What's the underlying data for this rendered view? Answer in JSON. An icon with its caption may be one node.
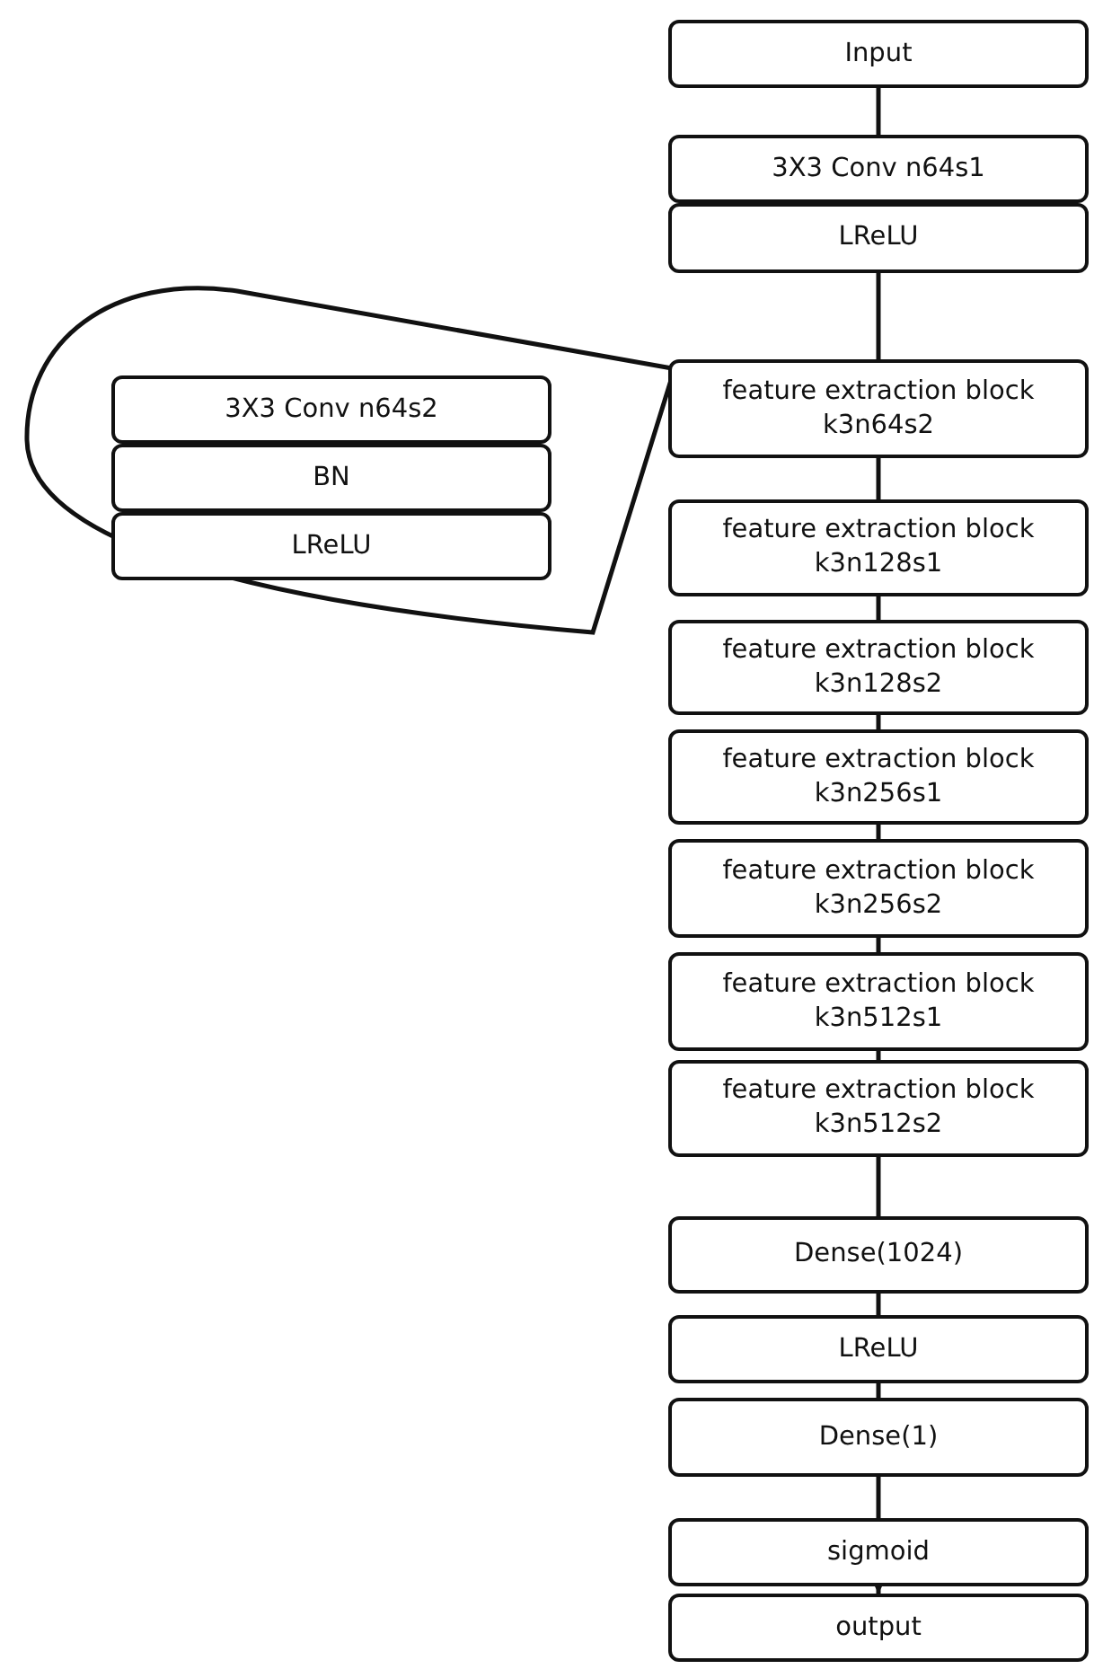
{
  "diagram": {
    "nodes": [
      {
        "text": [
          "Input"
        ]
      },
      {
        "text": [
          "3X3 Conv n64s1"
        ]
      },
      {
        "text": [
          "LReLU"
        ]
      },
      {
        "text": [],
        "shape": "bubble"
      },
      {
        "text": [
          "3X3 Conv n64s2"
        ],
        "in": 3
      },
      {
        "text": [
          "BN"
        ],
        "in": 3
      },
      {
        "text": [
          "LReLU"
        ],
        "in": 3
      },
      {
        "text": [
          "feature extraction block k3n64s2"
        ]
      },
      {
        "text": [
          "feature extraction block k3n128s1"
        ]
      },
      {
        "text": [
          "feature extraction block k3n128s2"
        ]
      },
      {
        "text": [
          "feature extraction block k3n256s1"
        ]
      },
      {
        "text": [
          "feature extraction block k3n256s2"
        ]
      },
      {
        "text": [
          "feature extraction block k3n512s1"
        ]
      },
      {
        "text": [
          "feature extraction block k3n512s2"
        ]
      },
      {
        "text": [
          "Dense(1024)"
        ]
      },
      {
        "text": [
          "LReLU"
        ]
      },
      {
        "text": [
          "Dense(1)"
        ]
      },
      {
        "text": [
          "sigmoid"
        ]
      },
      {
        "text": [
          "output"
        ]
      }
    ],
    "edges": [
      {
        "from": 0,
        "to": 1,
        "arrow": "none"
      },
      {
        "from": 2,
        "to": 7,
        "arrow": "none"
      },
      {
        "from": 7,
        "to": 8,
        "arrow": "none"
      },
      {
        "from": 8,
        "to": 9,
        "arrow": "none"
      },
      {
        "from": 9,
        "to": 10,
        "arrow": "none"
      },
      {
        "from": 10,
        "to": 11,
        "arrow": "none"
      },
      {
        "from": 11,
        "to": 12,
        "arrow": "none"
      },
      {
        "from": 12,
        "to": 13,
        "arrow": "none"
      },
      {
        "from": 13,
        "to": 14,
        "arrow": "none"
      },
      {
        "from": 14,
        "to": 15,
        "arrow": "none"
      },
      {
        "from": 15,
        "to": 16,
        "arrow": "none"
      },
      {
        "from": 16,
        "to": 17,
        "arrow": "none"
      },
      {
        "from": 17,
        "to": 18,
        "arrow": "to"
      }
    ]
  }
}
